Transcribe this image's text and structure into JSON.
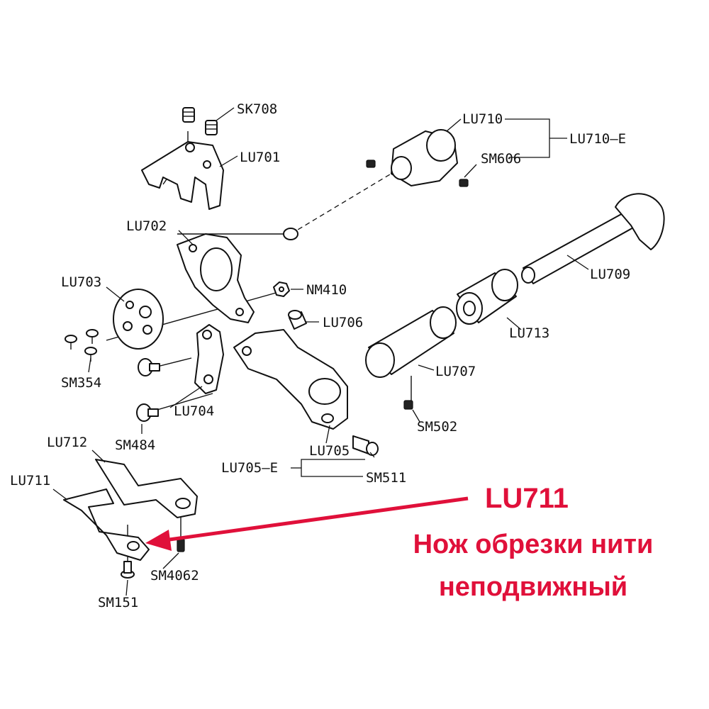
{
  "labels": {
    "sk708": "SK708",
    "lu701": "LU701",
    "lu702": "LU702",
    "lu703": "LU703",
    "sm354": "SM354",
    "lu704": "LU704",
    "sm484": "SM484",
    "nm410": "NM410",
    "lu706": "LU706",
    "lu705": "LU705",
    "lu705e": "LU705–E",
    "sm511": "SM511",
    "lu707": "LU707",
    "sm502": "SM502",
    "lu713": "LU713",
    "lu709": "LU709",
    "lu710": "LU710",
    "lu710e": "LU710–E",
    "sm606": "SM606",
    "lu712": "LU712",
    "lu711": "LU711",
    "sm4062": "SM4062",
    "sm151": "SM151"
  },
  "callout": {
    "code": "LU711",
    "line1": "Нож обрезки нити",
    "line2": "неподвижный",
    "color": "#e0103a"
  }
}
